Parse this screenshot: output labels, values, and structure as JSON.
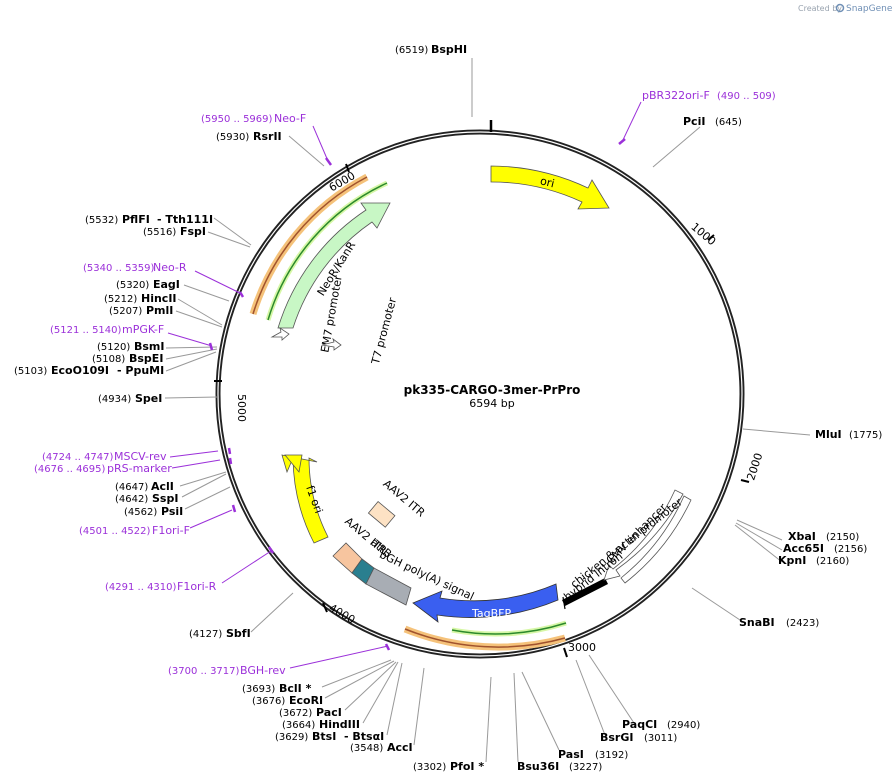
{
  "brand": {
    "created_by": "Created by",
    "name": "SnapGene"
  },
  "plasmid": {
    "name": "pk335-CARGO-3mer-PrPro",
    "length": "6594 bp"
  },
  "ticks": [
    "1000",
    "2000",
    "3000",
    "4000",
    "5000",
    "6000"
  ],
  "features": {
    "ori": "ori",
    "neo": "NeoR/KanR",
    "em7": "EM7 promoter",
    "t7": "T7 promoter",
    "f1": "f1 ori",
    "itr1": "AAV2 ITR",
    "itr2": "AAV2 ITR",
    "attb": "attB",
    "bgh": "bGH poly(A) signal",
    "tagbfp": "TagBFP",
    "intron_a": "chicken β-actin promoter",
    "intron_b": "hybrid intron",
    "cmv": "CMV enhancer"
  },
  "sites": {
    "bsphi": {
      "pos": "(6519)",
      "name": "BspHI"
    },
    "pcii": {
      "name": "PciI",
      "pos": "(645)"
    },
    "mlui": {
      "name": "MluI",
      "pos": "(1775)"
    },
    "xbai": {
      "name": "XbaI",
      "pos": "(2150)"
    },
    "acc65i": {
      "name": "Acc65I",
      "pos": "(2156)"
    },
    "kpni": {
      "name": "KpnI",
      "pos": "(2160)"
    },
    "snabi": {
      "name": "SnaBI",
      "pos": "(2423)"
    },
    "paqci": {
      "name": "PaqCI",
      "pos": "(2940)"
    },
    "bsrgi": {
      "name": "BsrGI",
      "pos": "(3011)"
    },
    "pasi": {
      "name": "PasI",
      "pos": "(3192)"
    },
    "bsu36i": {
      "name": "Bsu36I",
      "pos": "(3227)"
    },
    "pfoi": {
      "pos": "(3302)",
      "name": "PfoI *"
    },
    "acci": {
      "pos": "(3548)",
      "name": "AccI"
    },
    "btsi": {
      "pos": "(3629)",
      "name": "BtsI",
      "extra": "- BtsαI"
    },
    "hindiii": {
      "pos": "(3664)",
      "name": "HindIII"
    },
    "paci": {
      "pos": "(3672)",
      "name": "PacI"
    },
    "ecori": {
      "pos": "(3676)",
      "name": "EcoRI"
    },
    "bcli": {
      "pos": "(3693)",
      "name": "BclI *"
    },
    "sbfi": {
      "pos": "(4127)",
      "name": "SbfI"
    },
    "psii": {
      "pos": "(4562)",
      "name": "PsiI"
    },
    "sspi": {
      "pos": "(4642)",
      "name": "SspI"
    },
    "acli": {
      "pos": "(4647)",
      "name": "AclI"
    },
    "spei": {
      "pos": "(4934)",
      "name": "SpeI"
    },
    "ecoo109i": {
      "pos": "(5103)",
      "name": "EcoO109I",
      "extra": "- PpuMI"
    },
    "bspei": {
      "pos": "(5108)",
      "name": "BspEI"
    },
    "bsmi": {
      "pos": "(5120)",
      "name": "BsmI"
    },
    "pmli": {
      "pos": "(5207)",
      "name": "PmlI"
    },
    "hincii": {
      "pos": "(5212)",
      "name": "HincII"
    },
    "eagi": {
      "pos": "(5320)",
      "name": "EagI"
    },
    "fspi": {
      "pos": "(5516)",
      "name": "FspI"
    },
    "pflfi": {
      "pos": "(5532)",
      "name": "PflFI",
      "extra": "- Tth111I"
    },
    "rsrii": {
      "pos": "(5930)",
      "name": "RsrII"
    }
  },
  "primers": {
    "pbr322": {
      "name": "pBR322ori-F",
      "pos": "(490 .. 509)"
    },
    "neof": {
      "pos": "(5950 .. 5969)",
      "name": "Neo-F"
    },
    "neor": {
      "pos": "(5340 .. 5359)",
      "name": "Neo-R"
    },
    "mpgkf": {
      "pos": "(5121 .. 5140)",
      "name": "mPGK-F"
    },
    "msscv": {
      "pos": "(4724 .. 4747)",
      "name": "MSCV-rev"
    },
    "prs": {
      "pos": "(4676 .. 4695)",
      "name": "pRS-marker"
    },
    "f1orif": {
      "pos": "(4501 .. 4522)",
      "name": "F1ori-F"
    },
    "f1orir": {
      "pos": "(4291 .. 4310)",
      "name": "F1ori-R"
    },
    "bghrev": {
      "pos": "(3700 .. 3717)",
      "name": "BGH-rev"
    }
  },
  "colors": {
    "ori": "#ffff00",
    "neo": "#c8f7c5",
    "tagbfp": "#3a5ff0",
    "itr": "#f7c59f",
    "attb": "#2a7f8f",
    "bgh": "#a8adb4",
    "primer": "#9b30d9",
    "primer_bar": "#f5c27a",
    "primer_line": "#2c8a2c"
  }
}
